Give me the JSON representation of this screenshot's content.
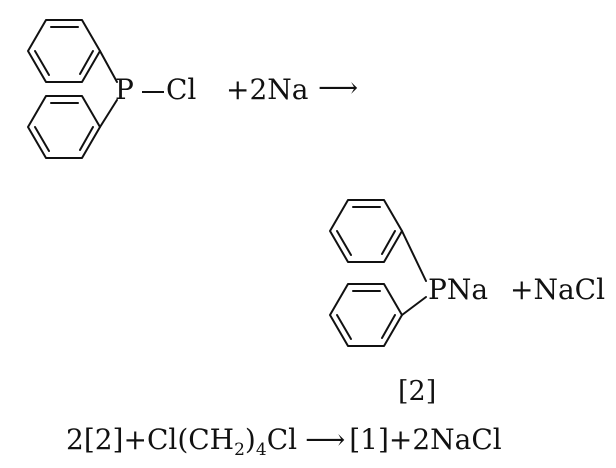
{
  "reaction1": {
    "phosphorus": "P",
    "chlorine": "Cl",
    "reagent": "+2Na",
    "arrow": "⟶"
  },
  "reaction1_products": {
    "product": "PNa",
    "byproduct": "+NaCl",
    "label": "[2]"
  },
  "reaction2": {
    "lead": "2[2]+Cl(CH",
    "subscript2": "2",
    "paren": ")",
    "subscript4": "4",
    "chlorine": "Cl",
    "arrow": "⟶",
    "tail": "[1]+2NaCl"
  }
}
